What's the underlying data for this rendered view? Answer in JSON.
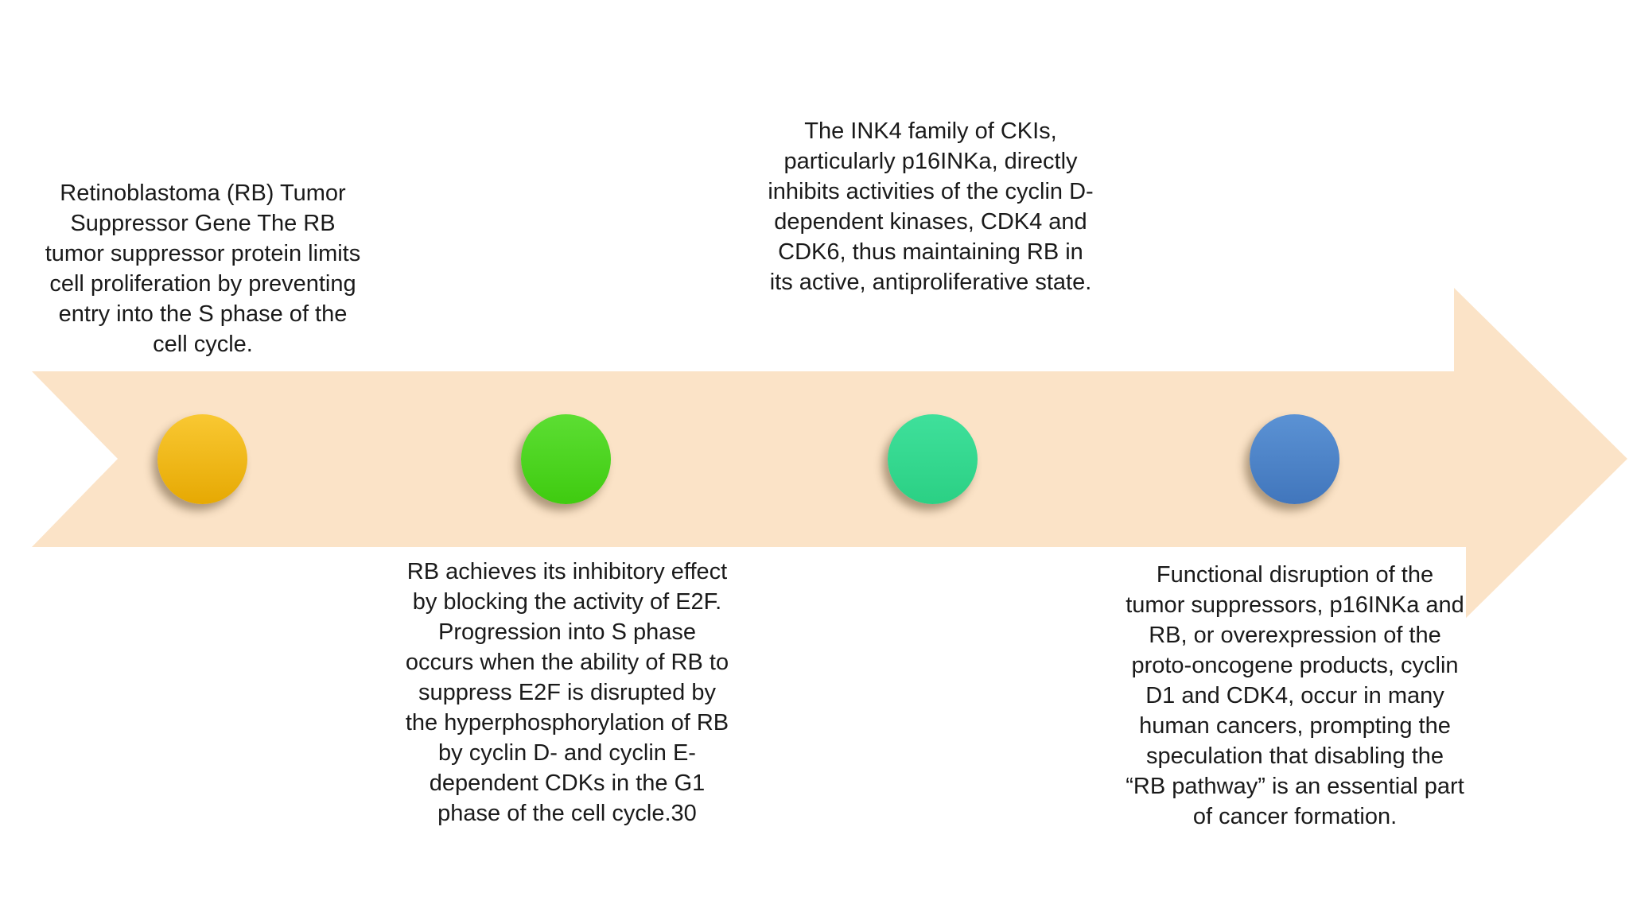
{
  "diagram": {
    "type": "horizontal-timeline-arrow",
    "title": "",
    "milestones": [
      {
        "dot": "gold",
        "caption_position": "above",
        "text": "Retinoblastoma (RB) Tumor Suppressor Gene The RB tumor suppressor protein limits cell proliferation by preventing entry into the S phase of the cell cycle."
      },
      {
        "dot": "green",
        "caption_position": "below",
        "text": "RB achieves its inhibitory effect by blocking the activity of E2F. Progression into S phase occurs when the ability of RB to suppress E2F is disrupted by the hyperphosphorylation of RB by cyclin D- and cyclin E-dependent CDKs in the G1 phase of the cell cycle.30"
      },
      {
        "dot": "mint",
        "caption_position": "above",
        "text": "The INK4 family of CKIs, particularly p16INKa, directly inhibits activities of the cyclin D-dependent kinases, CDK4 and CDK6, thus maintaining RB in its active, antiproliferative state."
      },
      {
        "dot": "blue",
        "caption_position": "below",
        "text": "Functional disruption of the tumor suppressors, p16INKa and RB, or overexpression of the proto-oncogene products, cyclin D1 and CDK4, occur in many human cancers, prompting the speculation that disabling the “RB pathway” is an essential part of cancer formation."
      }
    ]
  },
  "colors": {
    "arrow_fill": "#fbe3c7",
    "text_color": "#1a1a1a",
    "c1_light": "#f9c832",
    "c1_dark": "#e6a903",
    "c2_light": "#5cde33",
    "c2_dark": "#3fcb10",
    "c3_light": "#3fe09b",
    "c3_dark": "#2bd084",
    "c4_light": "#5b92d4",
    "c4_dark": "#4176bc"
  }
}
